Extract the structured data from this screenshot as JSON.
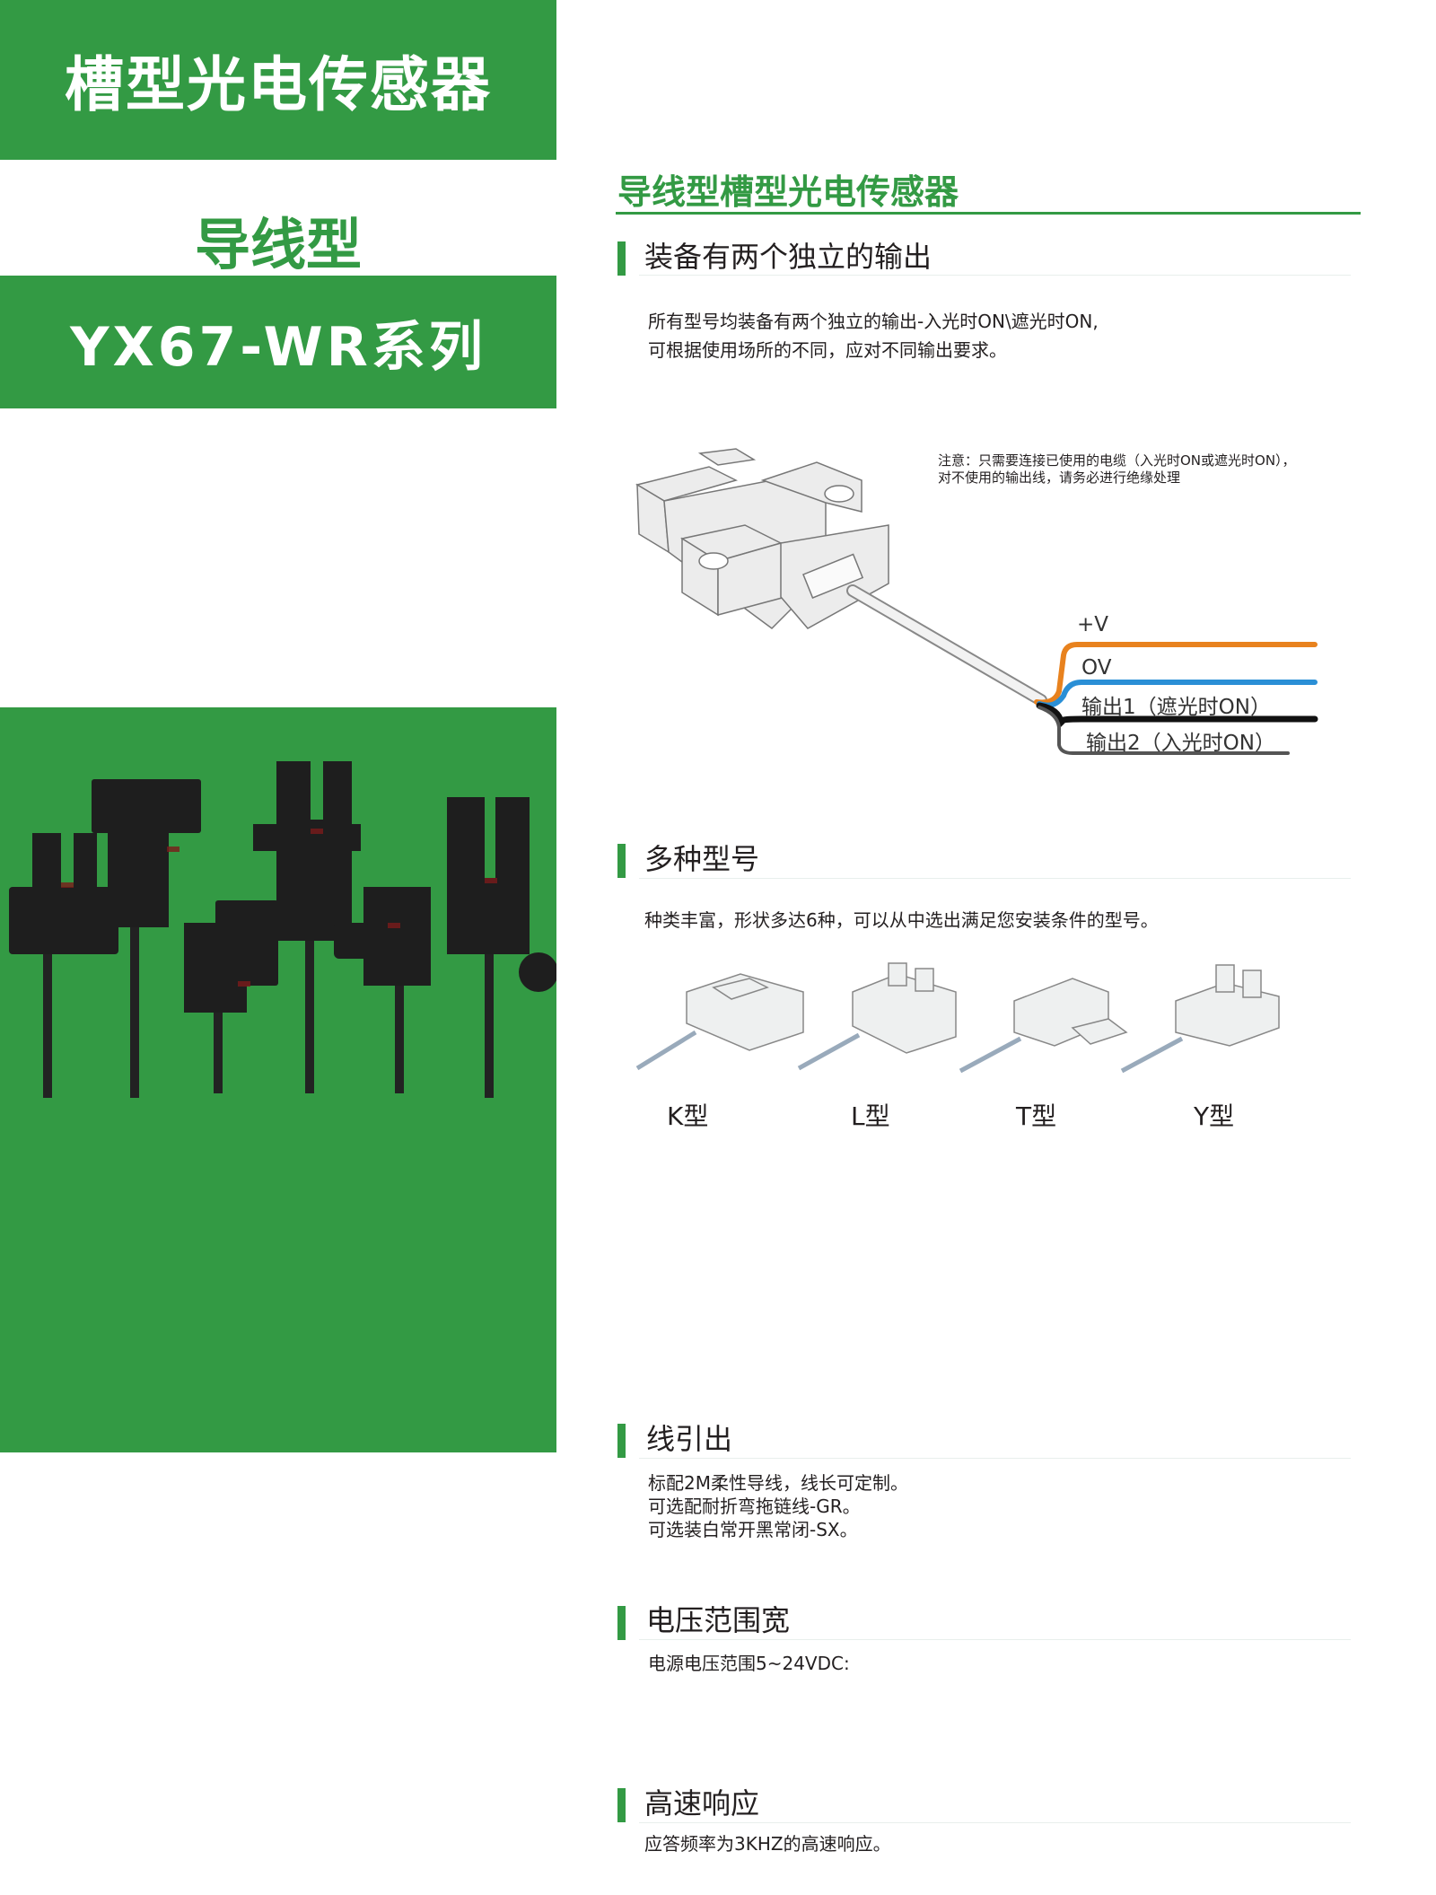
{
  "left": {
    "main_title": "槽型光电传感器",
    "subtitle": "导线型",
    "series": "YX67-WR系列"
  },
  "right": {
    "title": "导线型槽型光电传感器",
    "sections": [
      {
        "heading": "装备有两个独立的输出",
        "lines": [
          "所有型号均装备有两个独立的输出-入光时ON\\遮光时ON,",
          "可根据使用场所的不同，应对不同输出要求。"
        ]
      },
      {
        "heading": "多种型号",
        "lines": [
          "种类丰富，形状多达6种，可以从中选出满足您安装条件的型号。"
        ]
      },
      {
        "heading": "线引出",
        "lines": [
          "标配2M柔性导线，线长可定制。",
          "可选配耐折弯拖链线-GR。",
          "可选装白常开黑常闭-SX。"
        ]
      },
      {
        "heading": "电压范围宽",
        "lines": [
          "电源电压范围5~24VDC:"
        ]
      },
      {
        "heading": "高速响应",
        "lines": [
          "应答频率为3KHZ的高速响应。"
        ]
      }
    ],
    "diagram": {
      "note_lines": [
        "注意：只需要连接已使用的电缆（入光时ON或遮光时ON），",
        "对不使用的输出线，请务必进行绝缘处理"
      ],
      "wires": [
        {
          "label": "+V",
          "color": "#e8821e"
        },
        {
          "label": "OV",
          "color": "#2a8fd6"
        },
        {
          "label": "输出1（遮光时ON）",
          "color": "#111111"
        },
        {
          "label": "输出2（入光时ON）",
          "color": "#cccccc"
        }
      ]
    },
    "types": [
      "K型",
      "L型",
      "T型",
      "Y型"
    ]
  },
  "colors": {
    "brand_green": "#339a44"
  }
}
